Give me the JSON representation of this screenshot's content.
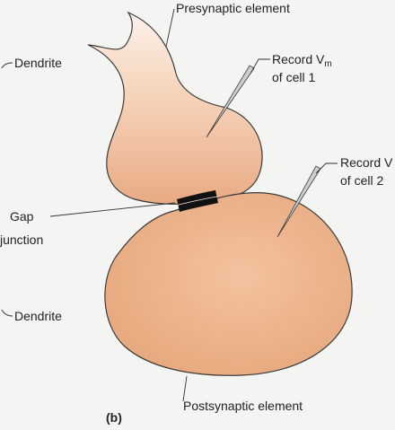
{
  "labels": {
    "presynaptic": "Presynaptic element",
    "dendrite_top": "Dendrite",
    "record1_line1": "Record V",
    "record1_sub": "m",
    "record1_line2": "of cell 1",
    "record2_line1": "Record V",
    "record2_line2": "of cell 2",
    "gap_line1": "Gap",
    "gap_line2": "junction",
    "dendrite_bottom": "Dendrite",
    "postsynaptic": "Postsynaptic element",
    "panel": "(b)"
  },
  "colors": {
    "background": "#f4f4f2",
    "cell_fill_light": "#fbe9dc",
    "cell_fill_dark": "#eab08a",
    "outline": "#3a3a3a",
    "gap_junction": "#111111"
  }
}
